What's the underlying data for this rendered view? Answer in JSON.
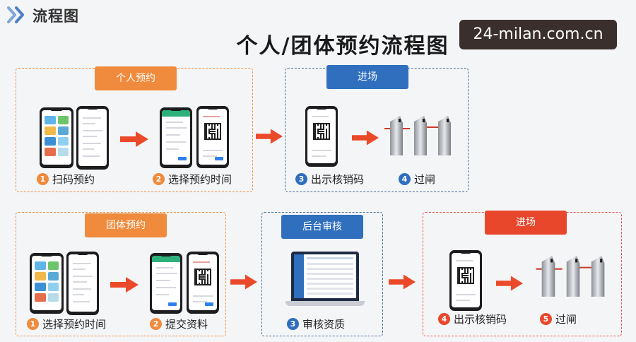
{
  "header": {
    "title": "流程图"
  },
  "main_title": "个人/团体预约流程图",
  "watermark": "24-milan.com.cn",
  "sections": {
    "personal": {
      "label": "个人预约"
    },
    "entry_top": {
      "label": "进场"
    },
    "group": {
      "label": "团体预约"
    },
    "review": {
      "label": "后台审核"
    },
    "entry_bottom": {
      "label": "进场"
    }
  },
  "steps": {
    "personal": [
      {
        "num": "1",
        "text": "扫码预约"
      },
      {
        "num": "2",
        "text": "选择预约时间"
      },
      {
        "num": "3",
        "text": "出示核销码"
      },
      {
        "num": "4",
        "text": "过闸"
      }
    ],
    "group": [
      {
        "num": "1",
        "text": "选择预约时间"
      },
      {
        "num": "2",
        "text": "提交资料"
      },
      {
        "num": "3",
        "text": "审核资质"
      },
      {
        "num": "4",
        "text": "出示核销码"
      },
      {
        "num": "5",
        "text": "过闸"
      }
    ]
  },
  "colors": {
    "orange": "#f08a3c",
    "blue": "#2f6fbe",
    "red": "#e8472c",
    "arrow": "#ea4a2a"
  },
  "icons": [
    "chevron-double-right-icon",
    "phone-app-screen",
    "qr-code-icon",
    "turnstile-gate",
    "laptop-admin",
    "arrow-right-icon"
  ]
}
